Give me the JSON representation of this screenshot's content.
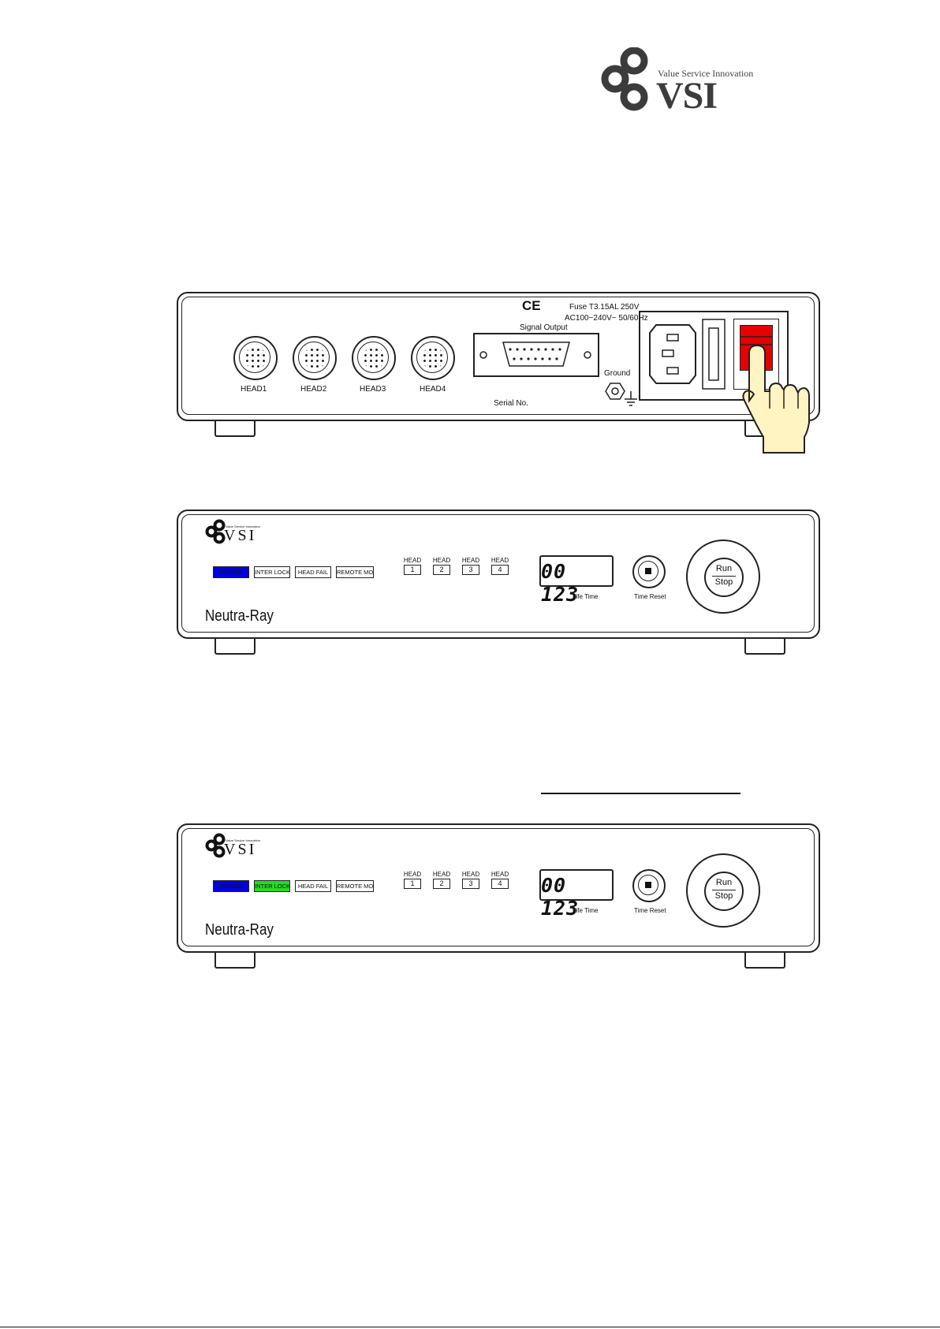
{
  "brand": {
    "tagline": "Value Service Innovation",
    "name": "VSI"
  },
  "rear_panel": {
    "connectors": [
      "HEAD1",
      "HEAD2",
      "HEAD3",
      "HEAD4"
    ],
    "ce_mark": "CE",
    "fuse_label": "Fuse T3.15AL 250V",
    "power_label": "AC100~240V~ 50/60Hz",
    "signal_output_label": "Signal Output",
    "serial_label": "Serial No.",
    "ground_label": "Ground",
    "switch_color": "#e60000",
    "hand_color": "#fff4c2"
  },
  "front_panels": [
    {
      "brand_tagline": "Value Service Innovation",
      "brand_name": "VSI",
      "indicators": [
        {
          "label": "POWER",
          "color": "#0000e6"
        },
        {
          "label": "INTER LOCK",
          "color": "#ffffff"
        },
        {
          "label": "HEAD FAIL",
          "color": "#ffffff"
        },
        {
          "label": "REMOTE MODE",
          "color": "#ffffff"
        }
      ],
      "heads": [
        {
          "label": "HEAD",
          "number": "1"
        },
        {
          "label": "HEAD",
          "number": "2"
        },
        {
          "label": "HEAD",
          "number": "3"
        },
        {
          "label": "HEAD",
          "number": "4"
        }
      ],
      "display_value": "00 123",
      "display_label": "Life Time",
      "reset_label": "Time Reset",
      "run_label": "Run",
      "stop_label": "Stop",
      "model": "Neutra-Ray"
    },
    {
      "brand_tagline": "Value Service Innovation",
      "brand_name": "VSI",
      "indicators": [
        {
          "label": "POWER",
          "color": "#0000e6"
        },
        {
          "label": "INTER LOCK",
          "color": "#22dd22"
        },
        {
          "label": "HEAD FAIL",
          "color": "#ffffff"
        },
        {
          "label": "REMOTE MODE",
          "color": "#ffffff"
        }
      ],
      "heads": [
        {
          "label": "HEAD",
          "number": "1"
        },
        {
          "label": "HEAD",
          "number": "2"
        },
        {
          "label": "HEAD",
          "number": "3"
        },
        {
          "label": "HEAD",
          "number": "4"
        }
      ],
      "display_value": "00 123",
      "display_label": "Life Time",
      "reset_label": "Time Reset",
      "run_label": "Run",
      "stop_label": "Stop",
      "model": "Neutra-Ray"
    }
  ]
}
